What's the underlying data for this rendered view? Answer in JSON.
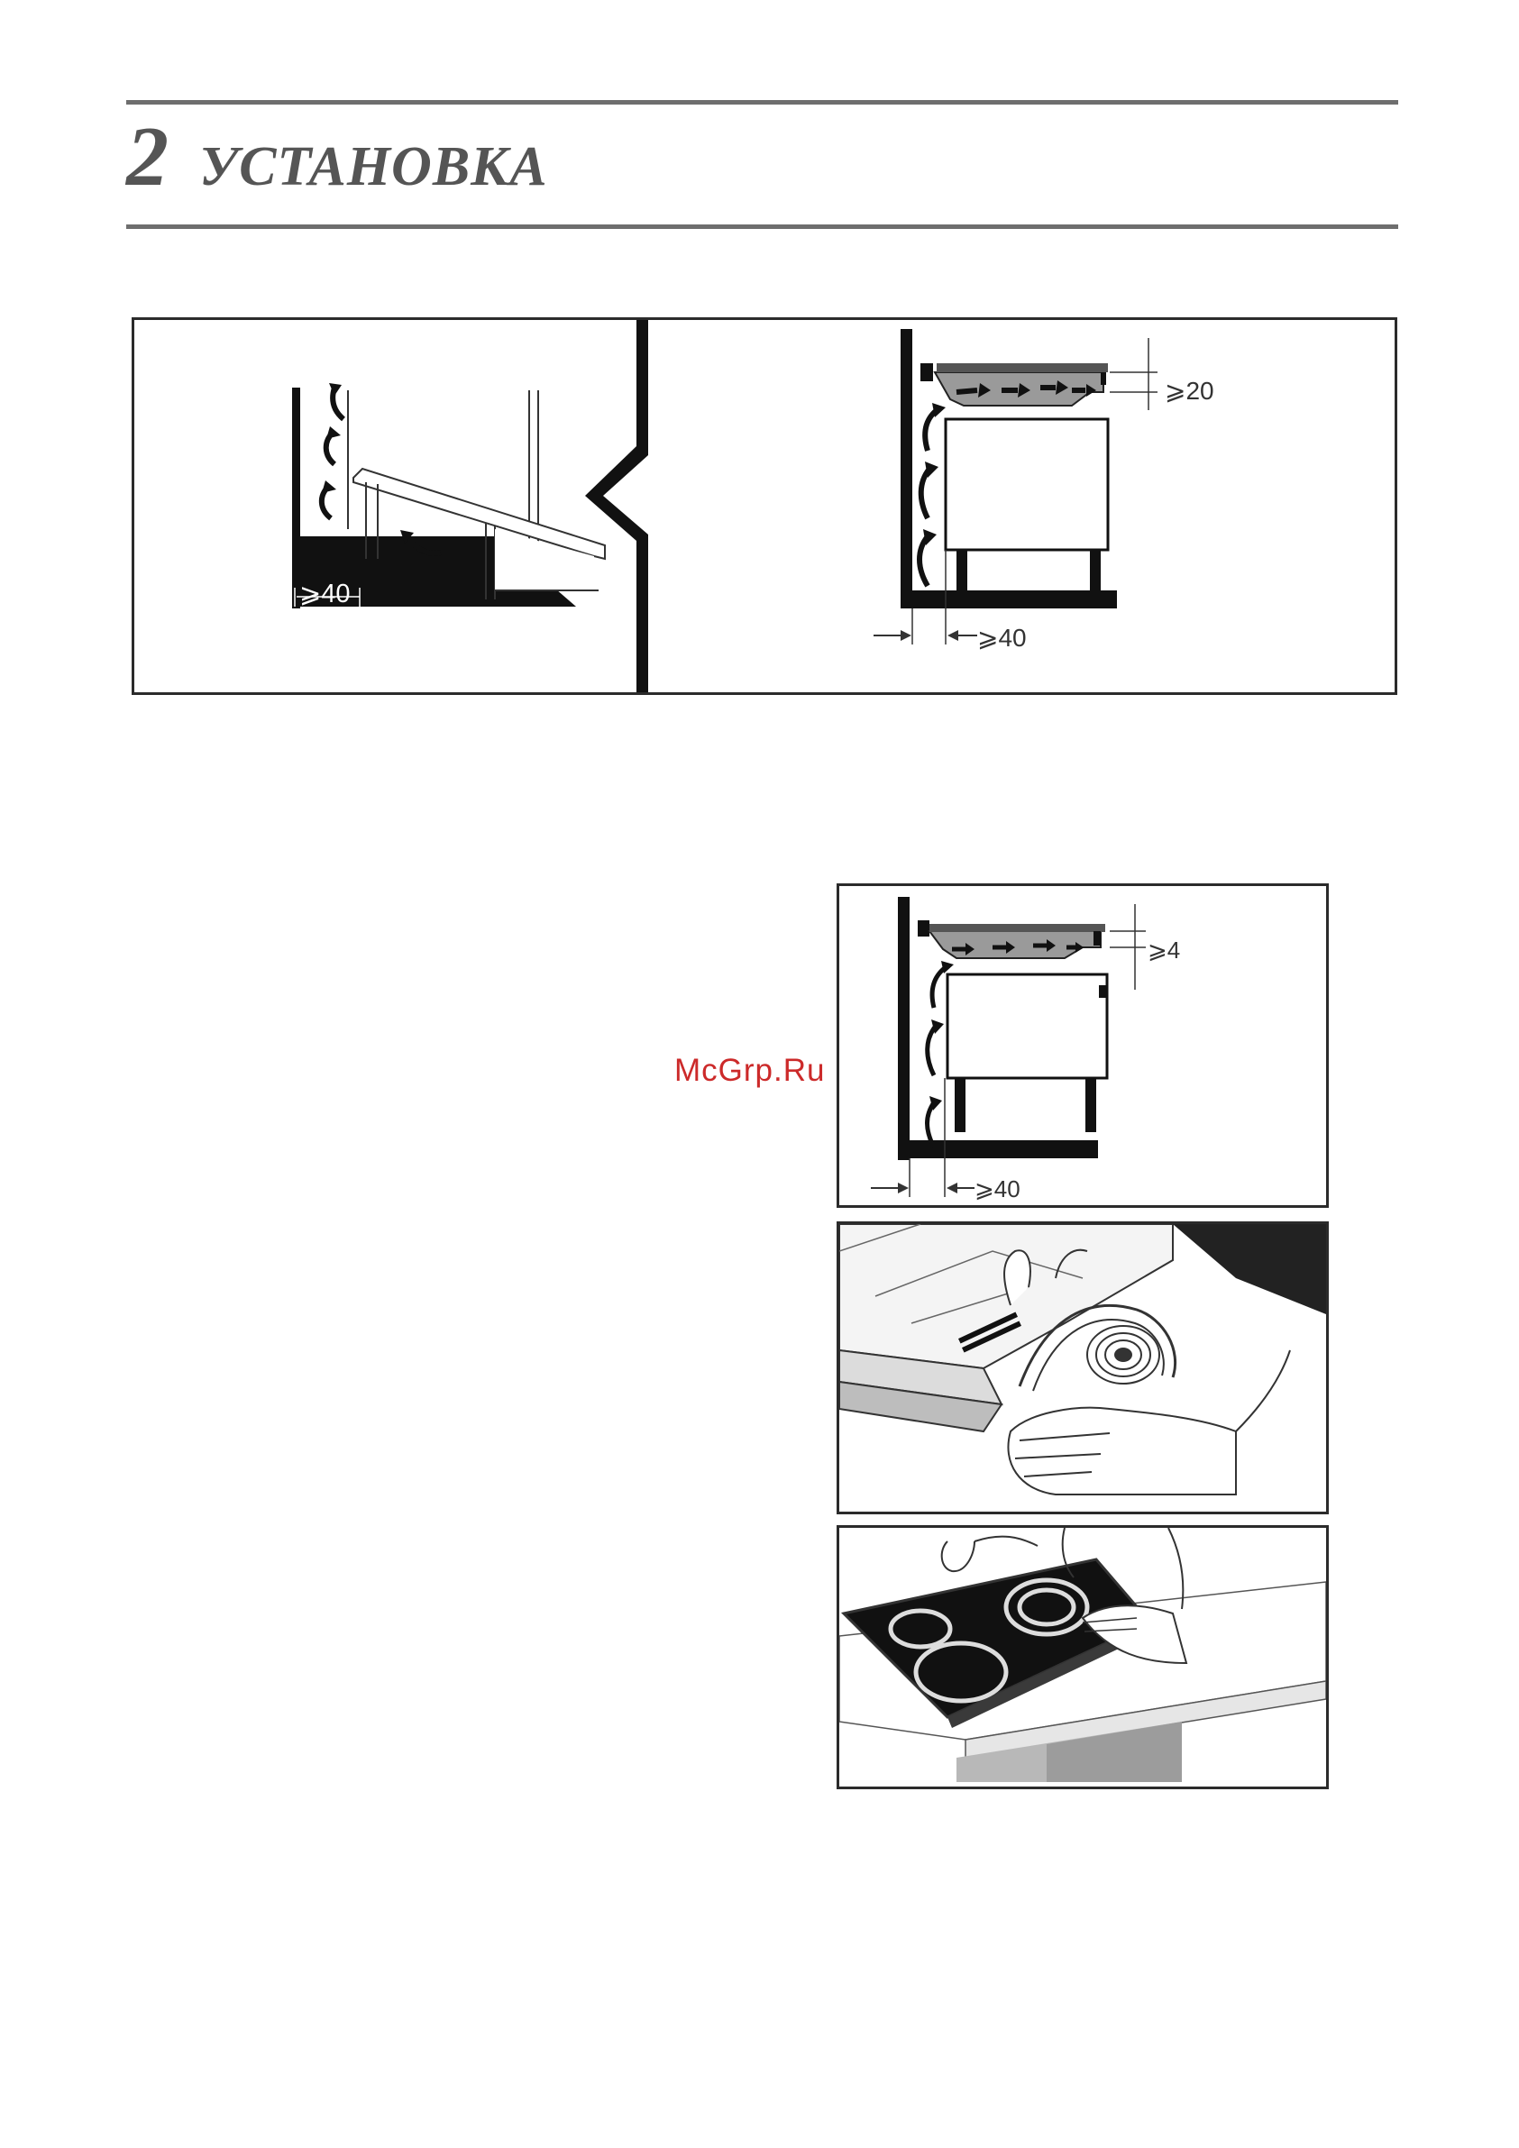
{
  "header": {
    "section_number": "2",
    "section_title": "УСТАНОВКА"
  },
  "figure_top": {
    "left_dimension": "⩾40",
    "right_top_dimension": "⩾20",
    "right_bottom_dimension": "⩾40"
  },
  "figure_right_1": {
    "top_dimension": "⩾4",
    "bottom_dimension": "⩾40"
  },
  "watermark": "McGrp.Ru"
}
